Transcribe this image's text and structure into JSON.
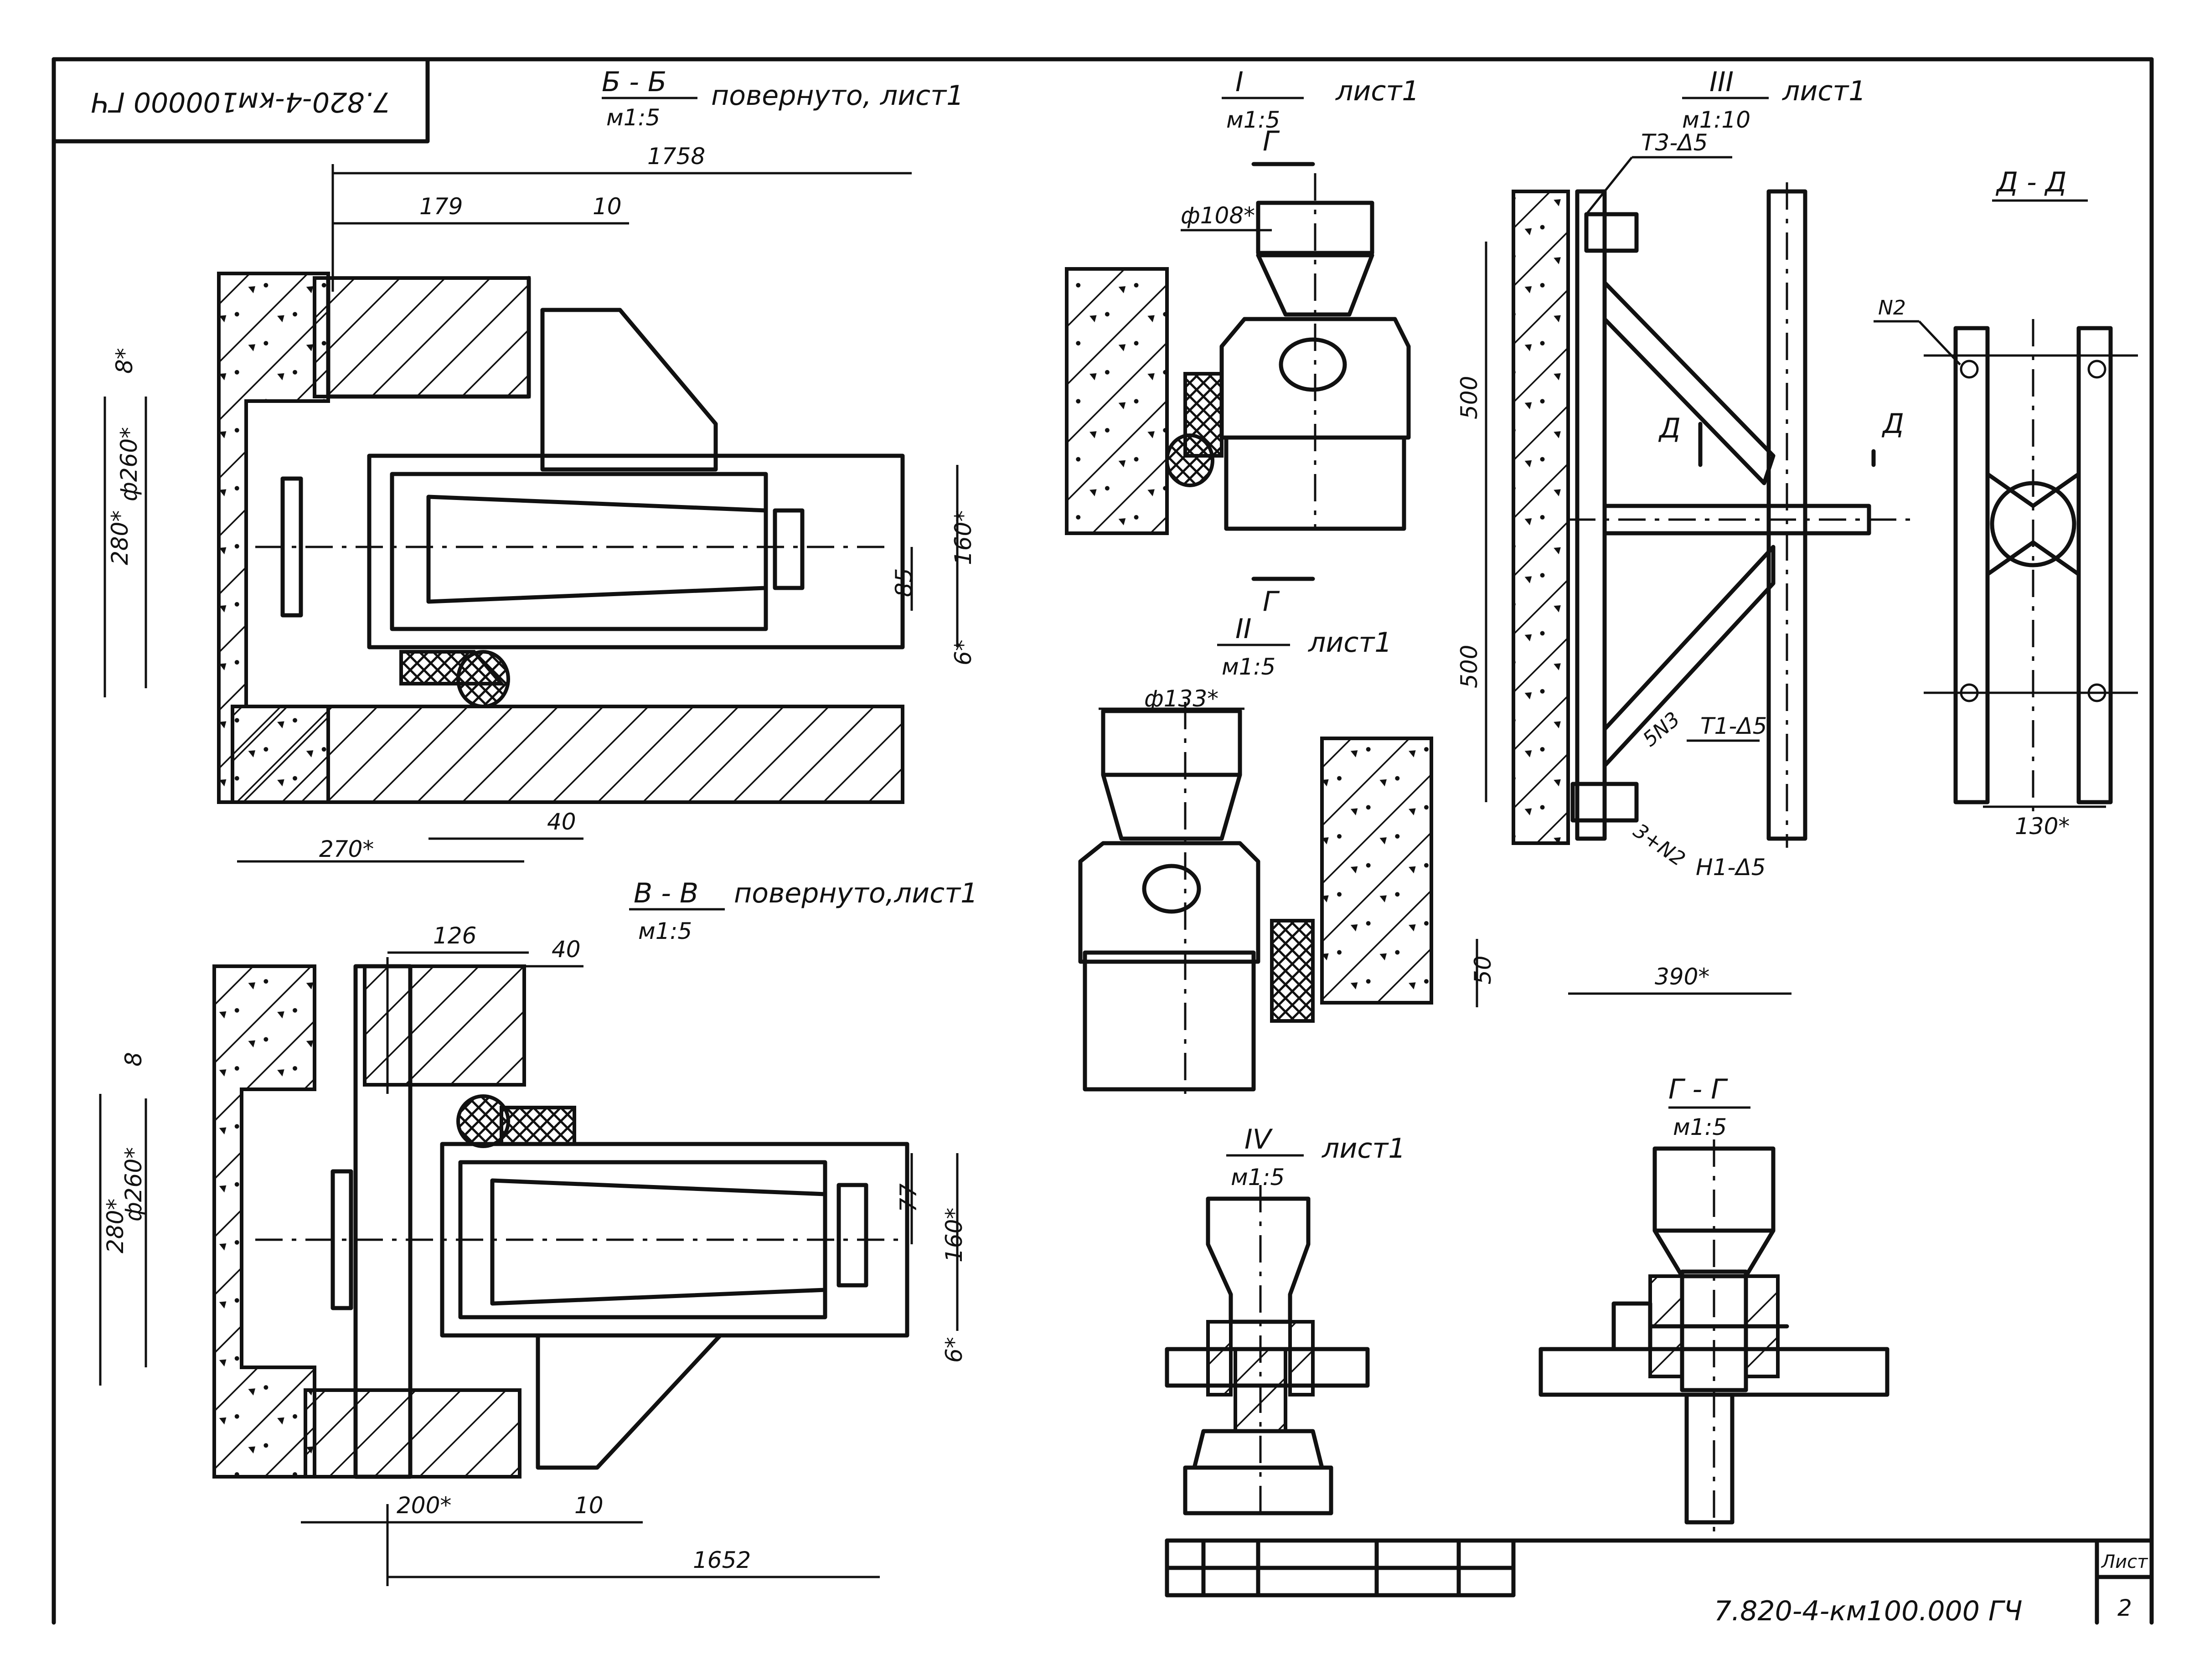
{
  "stamp": {
    "code_mirrored": "7.820-4-км100000 ГЧ"
  },
  "sections": {
    "bb": {
      "title": "Б - Б",
      "note": "повернуто, лист1",
      "scale": "м1:5"
    },
    "vv": {
      "title": "В - В",
      "note": "повернуто,лист1",
      "scale": "м1:5"
    },
    "n1": {
      "title": "I",
      "note": "лист1",
      "scale": "м1:5",
      "view_mark": "Г"
    },
    "n2": {
      "title": "II",
      "note": "лист1",
      "scale": "м1:5"
    },
    "n3": {
      "title": "III",
      "note": "лист1",
      "scale": "м1:10"
    },
    "n4": {
      "title": "IV",
      "note": "лист1",
      "scale": "м1:5"
    },
    "dd": {
      "title": "Д - Д"
    },
    "gg": {
      "title": "Г - Г",
      "scale": "м1:5"
    }
  },
  "dims": {
    "bb": [
      "1758",
      "179",
      "10",
      "8*",
      "280*",
      "ф260*",
      "160*",
      "85",
      "6*",
      "270*",
      "40"
    ],
    "vv": [
      "126",
      "40",
      "8",
      "280*",
      "ф260*",
      "77",
      "160*",
      "6*",
      "200*",
      "10",
      "1652"
    ],
    "n1": [
      "ф108*"
    ],
    "n2": [
      "ф133*",
      "50"
    ],
    "n3": [
      "500",
      "500",
      "390*"
    ],
    "dd": [
      "130*"
    ]
  },
  "labels": {
    "weld_t3": "Т3-Δ5",
    "weld_t1": "Т1-Δ5",
    "weld_h1": "Н1-Δ5",
    "weld_t1_prefix": "5N3",
    "weld_h1_prefix": "3+N2",
    "pos_n2": "N2",
    "view_d": "Д",
    "view_d_dd": "Д"
  },
  "title_block": {
    "designation": "7.820-4-км100.000 ГЧ",
    "sheet_label": "Лист",
    "sheet_no": "2"
  }
}
